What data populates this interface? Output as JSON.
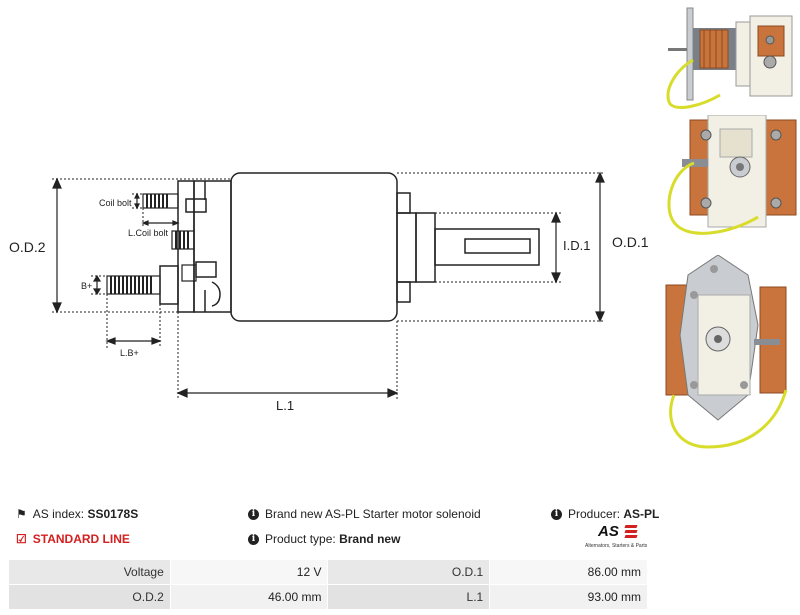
{
  "drawing": {
    "labels": {
      "od2": "O.D.2",
      "od1": "O.D.1",
      "id1": "I.D.1",
      "coil_bolt": "Coil bolt",
      "l_coil_bolt": "L.Coil bolt",
      "b_plus": "B+",
      "l_b_plus": "L.B+",
      "l1": "L.1"
    }
  },
  "info": {
    "as_index_label": "AS index:",
    "as_index_value": "SS0178S",
    "description": "Brand new AS-PL Starter motor solenoid",
    "producer_label": "Producer:",
    "producer_value": "AS-PL",
    "standard_line": "STANDARD LINE",
    "product_type_label": "Product type:",
    "product_type_value": "Brand new"
  },
  "logo": {
    "brand": "AS",
    "tagline": "Alternators, Starters & Parts"
  },
  "specs": [
    {
      "k1": "Voltage",
      "v1": "12 V",
      "k2": "O.D.1",
      "v2": "86.00 mm"
    },
    {
      "k1": "O.D.2",
      "v1": "46.00 mm",
      "k2": "L.1",
      "v2": "93.00 mm"
    }
  ],
  "colors": {
    "accent_red": "#d32020",
    "copper": "#c8743c",
    "wire_yellow": "#d8dc2a",
    "housing_white": "#f2efe4",
    "steel": "#b8bcc2"
  }
}
